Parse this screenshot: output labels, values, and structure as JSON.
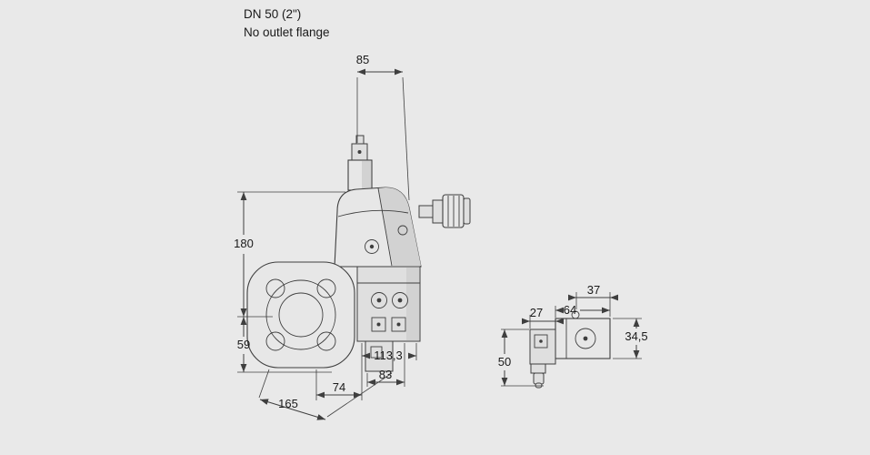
{
  "colors": {
    "background": "#e9e9e9",
    "line": "#3f3f3f",
    "text": "#1a1a1a"
  },
  "header": {
    "title": "DN 50 (2\")",
    "subtitle": "No outlet flange"
  },
  "main_view": {
    "description": "valve-with-inlet-flange-front-view",
    "dims": {
      "w85": "85",
      "h180": "180",
      "h59": "59",
      "d74": "74",
      "d83": "83",
      "d113": "113,3",
      "d165": "165"
    }
  },
  "side_view": {
    "description": "solenoid-actuator-side-view",
    "dims": {
      "w27": "27",
      "w64": "64",
      "w37": "37",
      "h34": "34,5",
      "h50": "50"
    }
  }
}
